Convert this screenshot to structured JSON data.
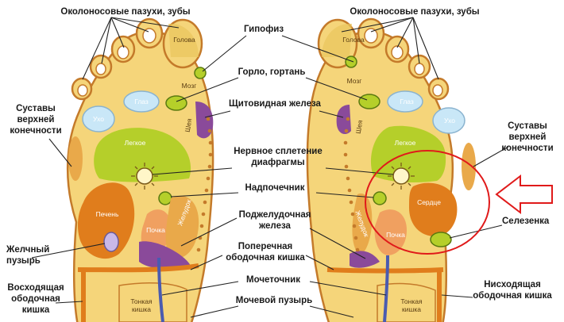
{
  "labels": {
    "sinuses_teeth_left": "Околоносовые пазухи, зубы",
    "sinuses_teeth_right": "Околоносовые пазухи, зубы",
    "pituitary": "Гипофиз",
    "throat": "Горло, гортань",
    "thyroid": "Щитовидная железа",
    "joints_left": "Суставы верхней конечности",
    "joints_right": "Суставы верхней конечности",
    "solar_plexus": "Нервное сплетение диафрагмы",
    "adrenal": "Надпочечник",
    "pancreas": "Поджелудочная железа",
    "gallbladder": "Желчный пузырь",
    "transverse_colon": "Поперечная ободочная кишка",
    "spleen": "Селезенка",
    "ascending_colon": "Восходящая ободочная кишка",
    "ureter": "Мочеточник",
    "descending_colon": "Нисходящая ободочная кишка",
    "bladder": "Мочевой пузырь"
  },
  "zones": {
    "head_l": "Голова",
    "head_r": "Голова",
    "brain_l": "Мозг",
    "brain_r": "Мозг",
    "eye_l": "Глаз",
    "eye_r": "Глаз",
    "ear_l": "Ухо",
    "ear_r": "Ухо",
    "neck_l": "Шея",
    "neck_r": "Шея",
    "lung_l": "Легкое",
    "lung_r": "Легкое",
    "liver": "Печень",
    "heart": "Сердце",
    "kidney_l": "Почка",
    "kidney_r": "Почка",
    "stomach_l": "Желудок",
    "stomach_r": "Желудок",
    "intestine_l": "Тонкая кишка",
    "intestine_r": "Тонкая кишка"
  },
  "colors": {
    "foot_fill": "#f5d57a",
    "foot_outline": "#c47a2a",
    "lung": "#b5cf2a",
    "liver": "#e07d1c",
    "kidney": "#f0a060",
    "heart": "#e07d1c",
    "thyroid": "#8a4a9a",
    "ureter": "#4a5bb0",
    "highlight_circle": "#e01a1a",
    "arrow": "#e01a1a",
    "eye_ear": "#c9e7f7"
  }
}
